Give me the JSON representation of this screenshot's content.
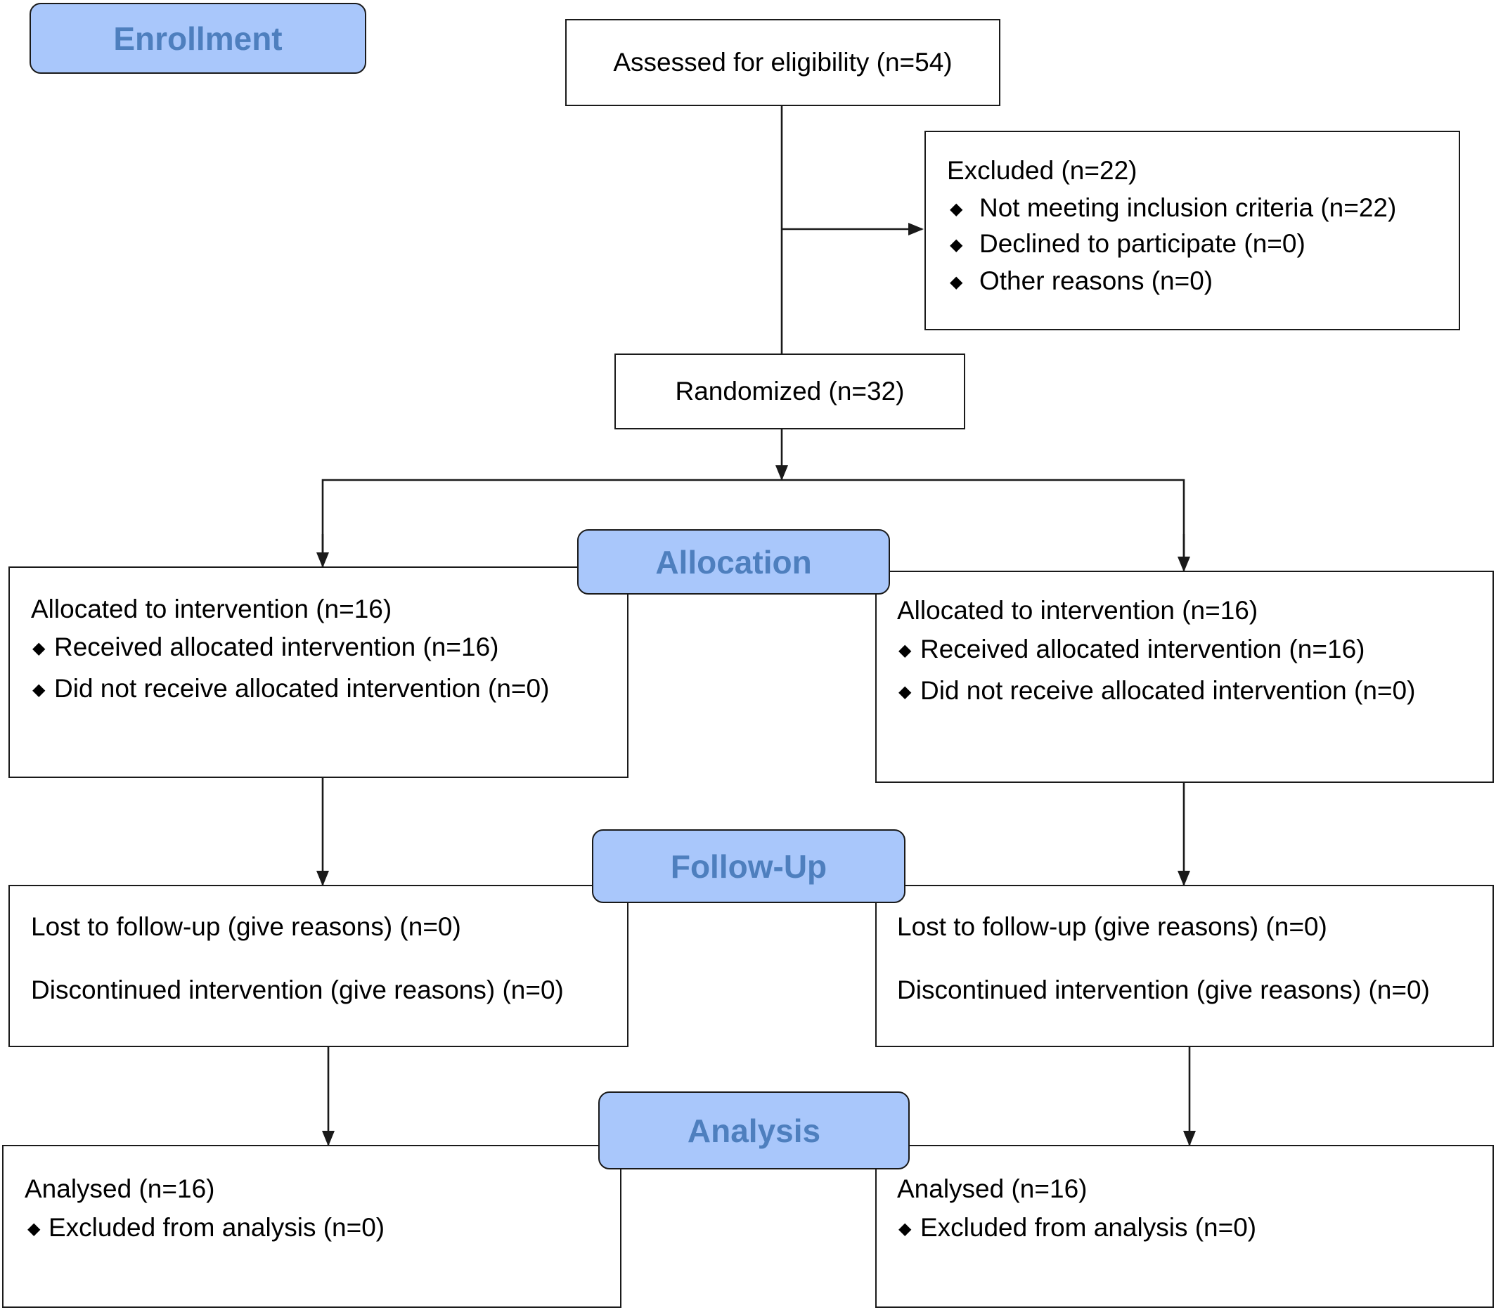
{
  "stages": {
    "enrollment": "Enrollment",
    "allocation": "Allocation",
    "follow_up": "Follow-Up",
    "analysis": "Analysis"
  },
  "assessed": "Assessed for eligibility (n=54)",
  "excluded": {
    "title": "Excluded (n=22)",
    "items": [
      "Not meeting inclusion criteria (n=22)",
      "Declined to participate (n=0)",
      "Other reasons (n=0)"
    ]
  },
  "randomized": "Randomized (n=32)",
  "allocation": {
    "left": {
      "title": "Allocated to intervention (n=16)",
      "items": [
        "Received allocated intervention (n=16)",
        "Did not receive allocated intervention (n=0)"
      ]
    },
    "right": {
      "title": "Allocated to intervention (n=16)",
      "items": [
        "Received allocated intervention (n=16)",
        "Did not receive allocated intervention (n=0)"
      ]
    }
  },
  "follow_up": {
    "left": {
      "lost": "Lost to follow-up (give reasons) (n=0)",
      "discontinued": "Discontinued intervention (give reasons) (n=0)"
    },
    "right": {
      "lost": "Lost to follow-up (give reasons) (n=0)",
      "discontinued": "Discontinued intervention (give reasons) (n=0)"
    }
  },
  "analysis": {
    "left": {
      "title": "Analysed (n=16)",
      "items": [
        "Excluded from analysis (n=0)"
      ]
    },
    "right": {
      "title": "Analysed (n=16)",
      "items": [
        "Excluded from analysis (n=0)"
      ]
    }
  },
  "bullet_glyph": "◆"
}
